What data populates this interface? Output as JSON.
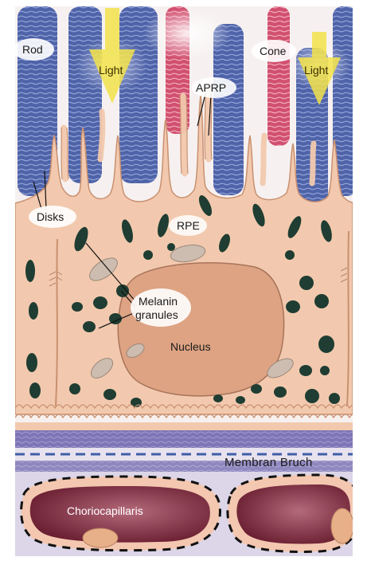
{
  "labels": {
    "rod": "Rod",
    "cone": "Cone",
    "light_left": "Light",
    "light_right": "Light",
    "aprp": "APRP",
    "disks": "Disks",
    "rpe": "RPE",
    "melanin_line1": "Melanin",
    "melanin_line2": "granules",
    "nucleus": "Nucleus",
    "membrane": "Membran Bruch",
    "choriocapillaris": "Choriocapillaris"
  },
  "colors": {
    "background": "#ffffff",
    "rod_blue": "#4f63a8",
    "rod_stripe": "#8fa0d6",
    "cone_pink": "#d1506f",
    "cone_stripe": "#f0a6b8",
    "cytoplasm": "#f2c9ae",
    "cytoplasm_edge": "#c99070",
    "nucleus": "#dda383",
    "melanin": "#1f3d32",
    "mitochondria": "#c7b6aa",
    "bruch_purple": "#6c64a8",
    "bruch_dash": "#3f5fa6",
    "vessel_wall": "#f4c7b0",
    "vessel_lumen": "#7a2a3a",
    "light_arrow": "#f2e24a"
  }
}
